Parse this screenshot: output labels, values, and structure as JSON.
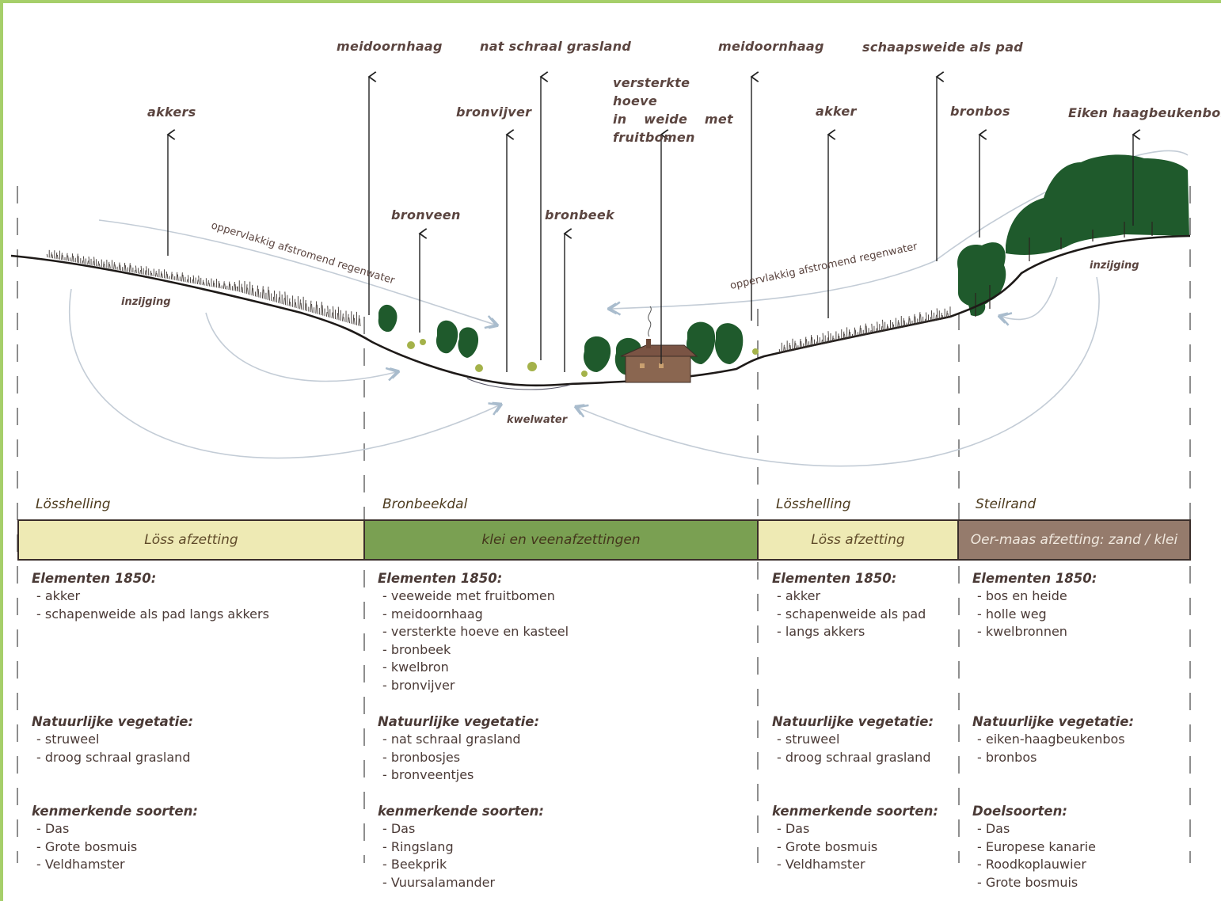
{
  "top_labels": {
    "meidoornhaag_left": "meidoornhaag",
    "nat_schraal_grasland": "nat schraal grasland",
    "meidoornhaag_right": "meidoornhaag",
    "schaapsweide_als_pad": "schaapsweide als pad",
    "versterkte_hoeve": [
      "versterkte hoeve",
      "in weide met",
      "fruitbomen"
    ],
    "akkers": "akkers",
    "bronvijver": "bronvijver",
    "akker": "akker",
    "bronbos": "bronbos",
    "eiken_haagbeukenbos": "Eiken haagbeukenbos",
    "bronveen": "bronveen",
    "bronbeek": "bronbeek"
  },
  "annotations": {
    "runoff_left": "oppervlakkig afstromend regenwater",
    "runoff_right": "oppervlakkig afstromend regenwater",
    "infiltration_left": "inzijging",
    "infiltration_right": "inzijging",
    "seepage": "kwelwater"
  },
  "zones": [
    {
      "name": "Lösshelling",
      "band": "Löss afzetting",
      "band_color": "#eeeab4",
      "band_text_color": "#5f4b2a",
      "elements_heading": "Elementen 1850:",
      "elements": [
        "akker",
        "schapenweide als pad langs akkers"
      ],
      "vegetation_heading": "Natuurlijke vegetatie:",
      "vegetation": [
        "struweel",
        "droog schraal grasland"
      ],
      "species_heading": "kenmerkende soorten:",
      "species": [
        "Das",
        "Grote bosmuis",
        "Veldhamster"
      ]
    },
    {
      "name": "Bronbeekdal",
      "band": "klei en veenafzettingen",
      "band_color": "#7aa052",
      "band_text_color": "#44361c",
      "elements_heading": "Elementen 1850:",
      "elements": [
        "veeweide met fruitbomen",
        "meidoornhaag",
        "versterkte hoeve en kasteel",
        "bronbeek",
        "kwelbron",
        "bronvijver"
      ],
      "vegetation_heading": "Natuurlijke vegetatie:",
      "vegetation": [
        "nat schraal grasland",
        "bronbosjes",
        "bronveentjes"
      ],
      "species_heading": "kenmerkende soorten:",
      "species": [
        "Das",
        "Ringslang",
        "Beekprik",
        "Vuursalamander"
      ]
    },
    {
      "name": "Lösshelling",
      "band": "Löss afzetting",
      "band_color": "#eeeab4",
      "band_text_color": "#5f4b2a",
      "elements_heading": "Elementen 1850:",
      "elements": [
        "akker",
        "schapenweide als pad",
        "langs akkers"
      ],
      "vegetation_heading": "Natuurlijke vegetatie:",
      "vegetation": [
        "struweel",
        "droog schraal grasland"
      ],
      "species_heading": "kenmerkende soorten:",
      "species": [
        "Das",
        "Grote bosmuis",
        "Veldhamster"
      ]
    },
    {
      "name": "Steilrand",
      "band": "Oer-maas afzetting: zand / klei",
      "band_color": "#957b6c",
      "band_text_color": "#f0e8de",
      "elements_heading": "Elementen 1850:",
      "elements": [
        "bos en heide",
        "holle weg",
        "kwelbronnen"
      ],
      "vegetation_heading": "Natuurlijke vegetatie:",
      "vegetation": [
        "eiken-haagbeukenbos",
        "bronbos"
      ],
      "species_heading": "Doelsoorten:",
      "species": [
        "Das",
        "Europese kanarie",
        "Roodkoplauwier",
        "Grote bosmuis"
      ]
    }
  ],
  "colors": {
    "frame": "#a6cf6a",
    "ground": "#1e1a18",
    "tree": "#1f5a2c",
    "water_arrow": "#b7c4d2",
    "label": "#5b4540"
  }
}
